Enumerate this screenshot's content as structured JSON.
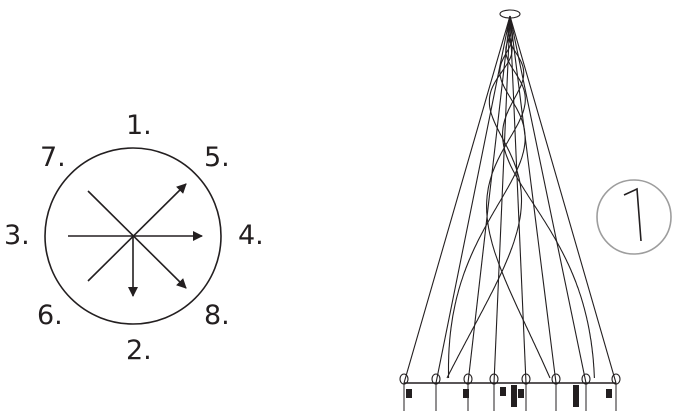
{
  "compass": {
    "labels": [
      {
        "id": "1",
        "text": "1."
      },
      {
        "id": "2",
        "text": "2."
      },
      {
        "id": "3",
        "text": "3."
      },
      {
        "id": "4",
        "text": "4."
      },
      {
        "id": "5",
        "text": "5."
      },
      {
        "id": "6",
        "text": "6."
      },
      {
        "id": "7",
        "text": "7."
      },
      {
        "id": "8",
        "text": "8."
      }
    ]
  },
  "tree": {
    "strands": 8,
    "note": ""
  },
  "hook_icon": "hook-icon",
  "colors": {
    "stroke": "#231f20",
    "hook": "#9d9d9d"
  }
}
